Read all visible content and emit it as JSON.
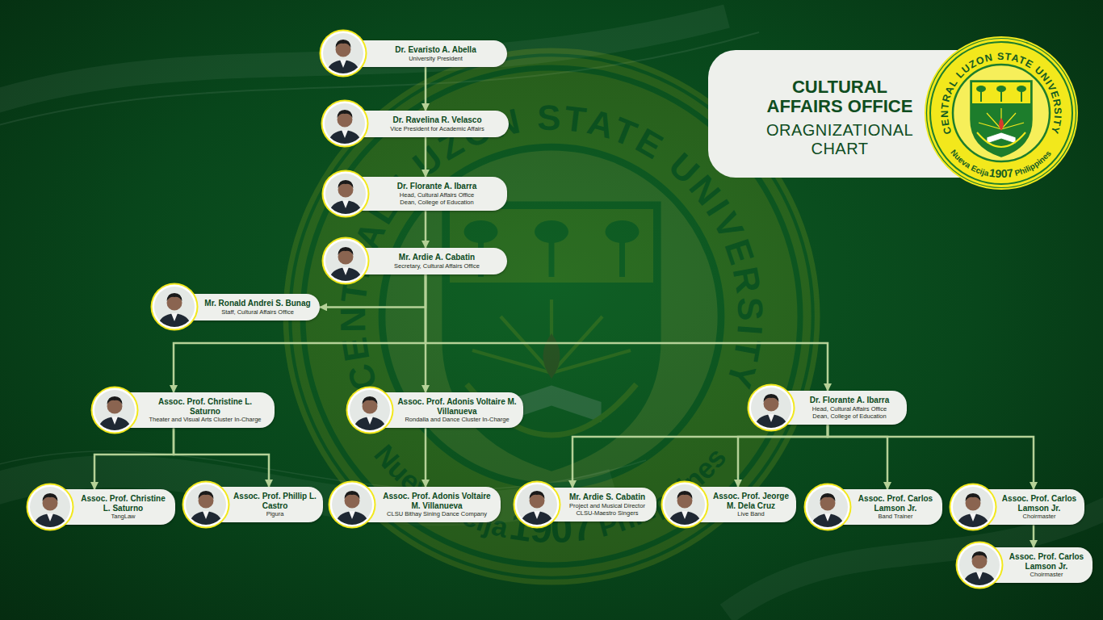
{
  "diagram": {
    "title": "CULTURAL AFFAIRS OFFICE",
    "nodes": [
      {
        "text": [
          "Dr. Evaristo A. Abella",
          "University President"
        ]
      },
      {
        "text": [
          "Dr. Ravelina R. Velasco",
          "Vice President for Academic Affairs"
        ]
      },
      {
        "text": [
          "Dr. Florante A. Ibarra",
          "Head, Cultural Affairs Office",
          "Dean, College of Education"
        ]
      },
      {
        "text": [
          "Mr. Ardie A. Cabatin",
          "Secretary, Cultural Affairs Office"
        ]
      },
      {
        "text": [
          "Mr. Ronald Andrei S. Bunag",
          "Staff, Cultural Affairs Office"
        ]
      },
      {
        "text": [
          "Assoc. Prof. Christine L. Saturno",
          "Theater and Visual Arts Cluster In-Charge"
        ]
      },
      {
        "text": [
          "Assoc. Prof. Adonis Voltaire M. Villanueva",
          "Rondalla and Dance Cluster In-Charge"
        ]
      },
      {
        "text": [
          "Dr. Florante A. Ibarra",
          "Head, Cultural Affairs Office",
          "Dean, College of Education"
        ]
      },
      {
        "text": [
          "Assoc. Prof. Christine L. Saturno",
          "TangLaw"
        ]
      },
      {
        "text": [
          "Assoc. Prof. Phillip L. Castro",
          "Pigura"
        ]
      },
      {
        "text": [
          "Assoc. Prof. Adonis Voltaire M. Villanueva",
          "CLSU Bithay Sining Dance Company"
        ]
      },
      {
        "text": [
          "Mr. Ardie S. Cabatin",
          "Project and Musical Director",
          "CLSU-Maestro Singers"
        ]
      },
      {
        "text": [
          "Assoc. Prof. Jeorge M. Dela Cruz",
          "Live Band"
        ]
      },
      {
        "text": [
          "Assoc. Prof. Carlos Lamson Jr.",
          "Band Trainer"
        ]
      },
      {
        "text": [
          "Assoc. Prof. Carlos Lamson Jr.",
          "Choirmaster"
        ]
      },
      {
        "text": [
          "Assoc. Prof. Carlos Lamson Jr.",
          "Choirmaster"
        ]
      }
    ],
    "edges": [
      {
        "from": 0,
        "to": 1,
        "arrow": "to"
      },
      {
        "from": 1,
        "to": 2,
        "arrow": "to"
      },
      {
        "from": 2,
        "to": 3,
        "arrow": "to"
      },
      {
        "from": 3,
        "to": 4,
        "arrow": "to"
      },
      {
        "from": 3,
        "to": 5,
        "arrow": "to"
      },
      {
        "from": 3,
        "to": 6,
        "arrow": "to"
      },
      {
        "from": 3,
        "to": 7,
        "arrow": "to"
      },
      {
        "from": 5,
        "to": 8,
        "arrow": "to"
      },
      {
        "from": 5,
        "to": 9,
        "arrow": "to"
      },
      {
        "from": 6,
        "to": 10,
        "arrow": "to"
      },
      {
        "from": 7,
        "to": 11,
        "arrow": "to"
      },
      {
        "from": 7,
        "to": 12,
        "arrow": "to"
      },
      {
        "from": 7,
        "to": 13,
        "arrow": "to"
      },
      {
        "from": 7,
        "to": 14,
        "arrow": "to"
      },
      {
        "from": 14,
        "to": 15,
        "arrow": "to"
      }
    ],
    "labels": [
      "ORAGNIZATIONAL CHART",
      "CENTRAL LUZON STATE UNIVERSITY",
      "Nueva Ecija",
      "1907",
      "Philippines",
      "CENTRAL LUZON STATE UNIVERSITY",
      "Nueva Ecija",
      "1907",
      "Philippines"
    ]
  }
}
